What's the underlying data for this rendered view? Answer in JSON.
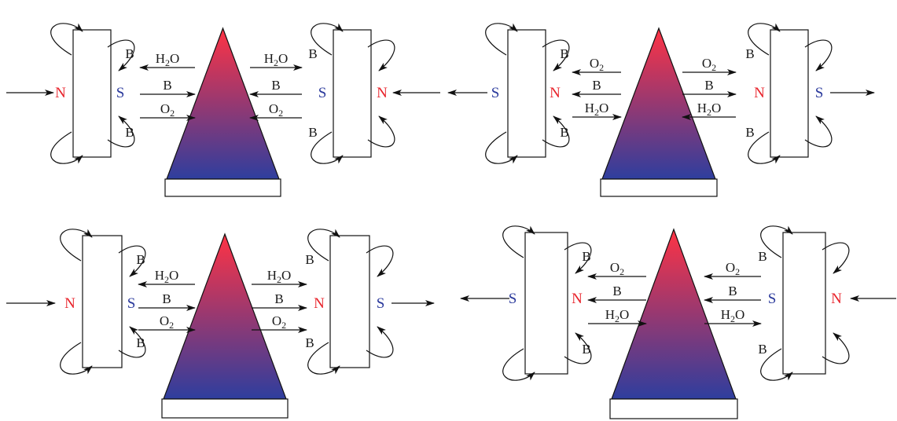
{
  "labels": {
    "b": "B",
    "h": "H",
    "o": "O",
    "two": "2",
    "n": "N",
    "s": "S"
  },
  "colors": {
    "north": "#e8232b",
    "south": "#2b3a9c",
    "cone_top": "#ff3344",
    "cone_bottom": "#2e3e9e",
    "line": "#111111"
  },
  "panels": [
    {
      "id": "top-left",
      "left_magnet": {
        "outer_pole": "N",
        "inner_pole": "S"
      },
      "right_magnet": {
        "inner_pole": "S",
        "outer_pole": "N"
      },
      "left_flows": [
        {
          "species": "H2O",
          "direction": "away"
        },
        {
          "species": "B",
          "direction": "toward"
        },
        {
          "species": "O2",
          "direction": "toward"
        }
      ],
      "right_flows": [
        {
          "species": "H2O",
          "direction": "away"
        },
        {
          "species": "B",
          "direction": "toward"
        },
        {
          "species": "O2",
          "direction": "toward"
        }
      ]
    },
    {
      "id": "top-right",
      "left_magnet": {
        "outer_pole": "S",
        "inner_pole": "N"
      },
      "right_magnet": {
        "inner_pole": "N",
        "outer_pole": "S"
      },
      "left_flows": [
        {
          "species": "O2",
          "direction": "away"
        },
        {
          "species": "B",
          "direction": "away"
        },
        {
          "species": "H2O",
          "direction": "toward"
        }
      ],
      "right_flows": [
        {
          "species": "O2",
          "direction": "away"
        },
        {
          "species": "B",
          "direction": "away"
        },
        {
          "species": "H2O",
          "direction": "toward"
        }
      ]
    },
    {
      "id": "bottom-left",
      "left_magnet": {
        "outer_pole": "N",
        "inner_pole": "S"
      },
      "right_magnet": {
        "inner_pole": "N",
        "outer_pole": "S"
      },
      "left_flows": [
        {
          "species": "H2O",
          "direction": "away"
        },
        {
          "species": "B",
          "direction": "toward"
        },
        {
          "species": "O2",
          "direction": "toward"
        }
      ],
      "right_flows": [
        {
          "species": "H2O",
          "direction": "away"
        },
        {
          "species": "B",
          "direction": "away"
        },
        {
          "species": "O2",
          "direction": "away"
        }
      ]
    },
    {
      "id": "bottom-right",
      "left_magnet": {
        "outer_pole": "S",
        "inner_pole": "N"
      },
      "right_magnet": {
        "inner_pole": "S",
        "outer_pole": "N"
      },
      "left_flows": [
        {
          "species": "O2",
          "direction": "away"
        },
        {
          "species": "B",
          "direction": "away"
        },
        {
          "species": "H2O",
          "direction": "toward"
        }
      ],
      "right_flows": [
        {
          "species": "O2",
          "direction": "toward"
        },
        {
          "species": "B",
          "direction": "toward"
        },
        {
          "species": "H2O",
          "direction": "away"
        }
      ]
    }
  ]
}
